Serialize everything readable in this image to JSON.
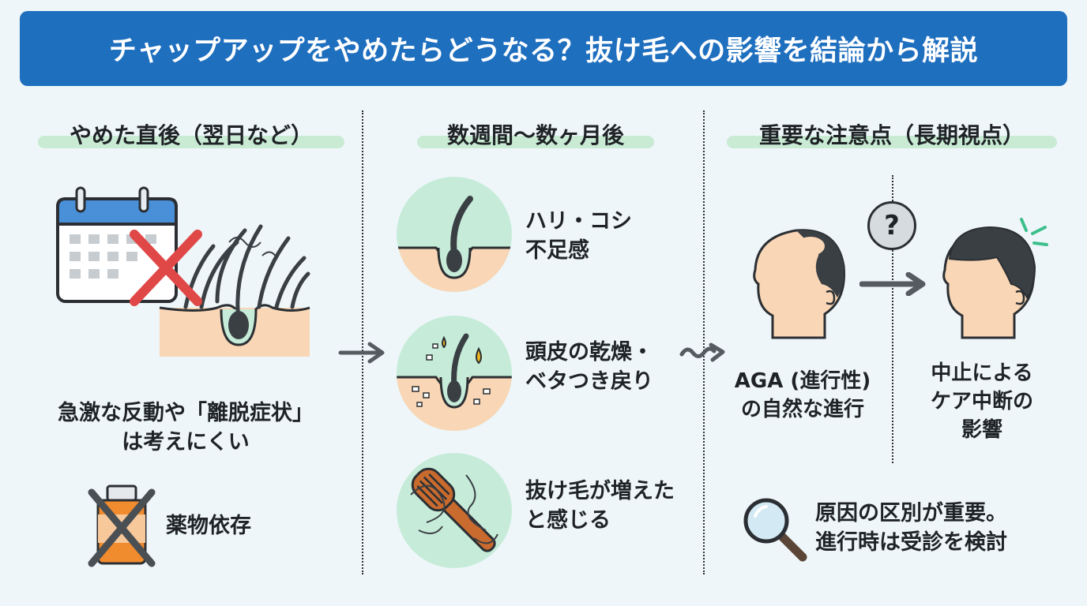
{
  "title": "チャップアップをやめたらどうなる？抜け毛への影響を結論から解説",
  "colors": {
    "banner": "#1f6fbf",
    "header_highlight": "#c9ebd4",
    "circle_bg": "#c6ecd9",
    "skin": "#f9d6b5",
    "hair": "#3a3f44",
    "cross": "#e04848",
    "calendar_blue": "#4a90d9",
    "comb": "#c96a2e"
  },
  "columns": {
    "left": {
      "header": "やめた直後（翌日など）",
      "icon": "calendar-crossed-hair-icon",
      "statement": [
        "急激な反動や「離脱症状」",
        "は考えにくい"
      ],
      "drug_icon": "crossed-medicine-bottle-icon",
      "drug_label": "薬物依存"
    },
    "middle": {
      "header": "数週間〜数ヶ月後",
      "items": [
        {
          "icon": "hair-follicle-icon",
          "lines": [
            "ハリ・コシ",
            "不足感"
          ]
        },
        {
          "icon": "dry-oily-scalp-icon",
          "lines": [
            "頭皮の乾燥・",
            "ベタつき戻り"
          ]
        },
        {
          "icon": "comb-hair-loss-icon",
          "lines": [
            "抜け毛が増えた",
            "と感じる"
          ]
        }
      ]
    },
    "right": {
      "header": "重要な注意点（長期視点）",
      "question_mark": "?",
      "aga_label": [
        "AGA (進行性)",
        "の自然な進行"
      ],
      "care_label": [
        "中止による",
        "ケア中断の",
        "影響"
      ],
      "conclusion": [
        "原因の区別が重要。",
        "進行時は受診を検討"
      ],
      "magnifier_icon": "magnifying-glass-icon"
    }
  }
}
